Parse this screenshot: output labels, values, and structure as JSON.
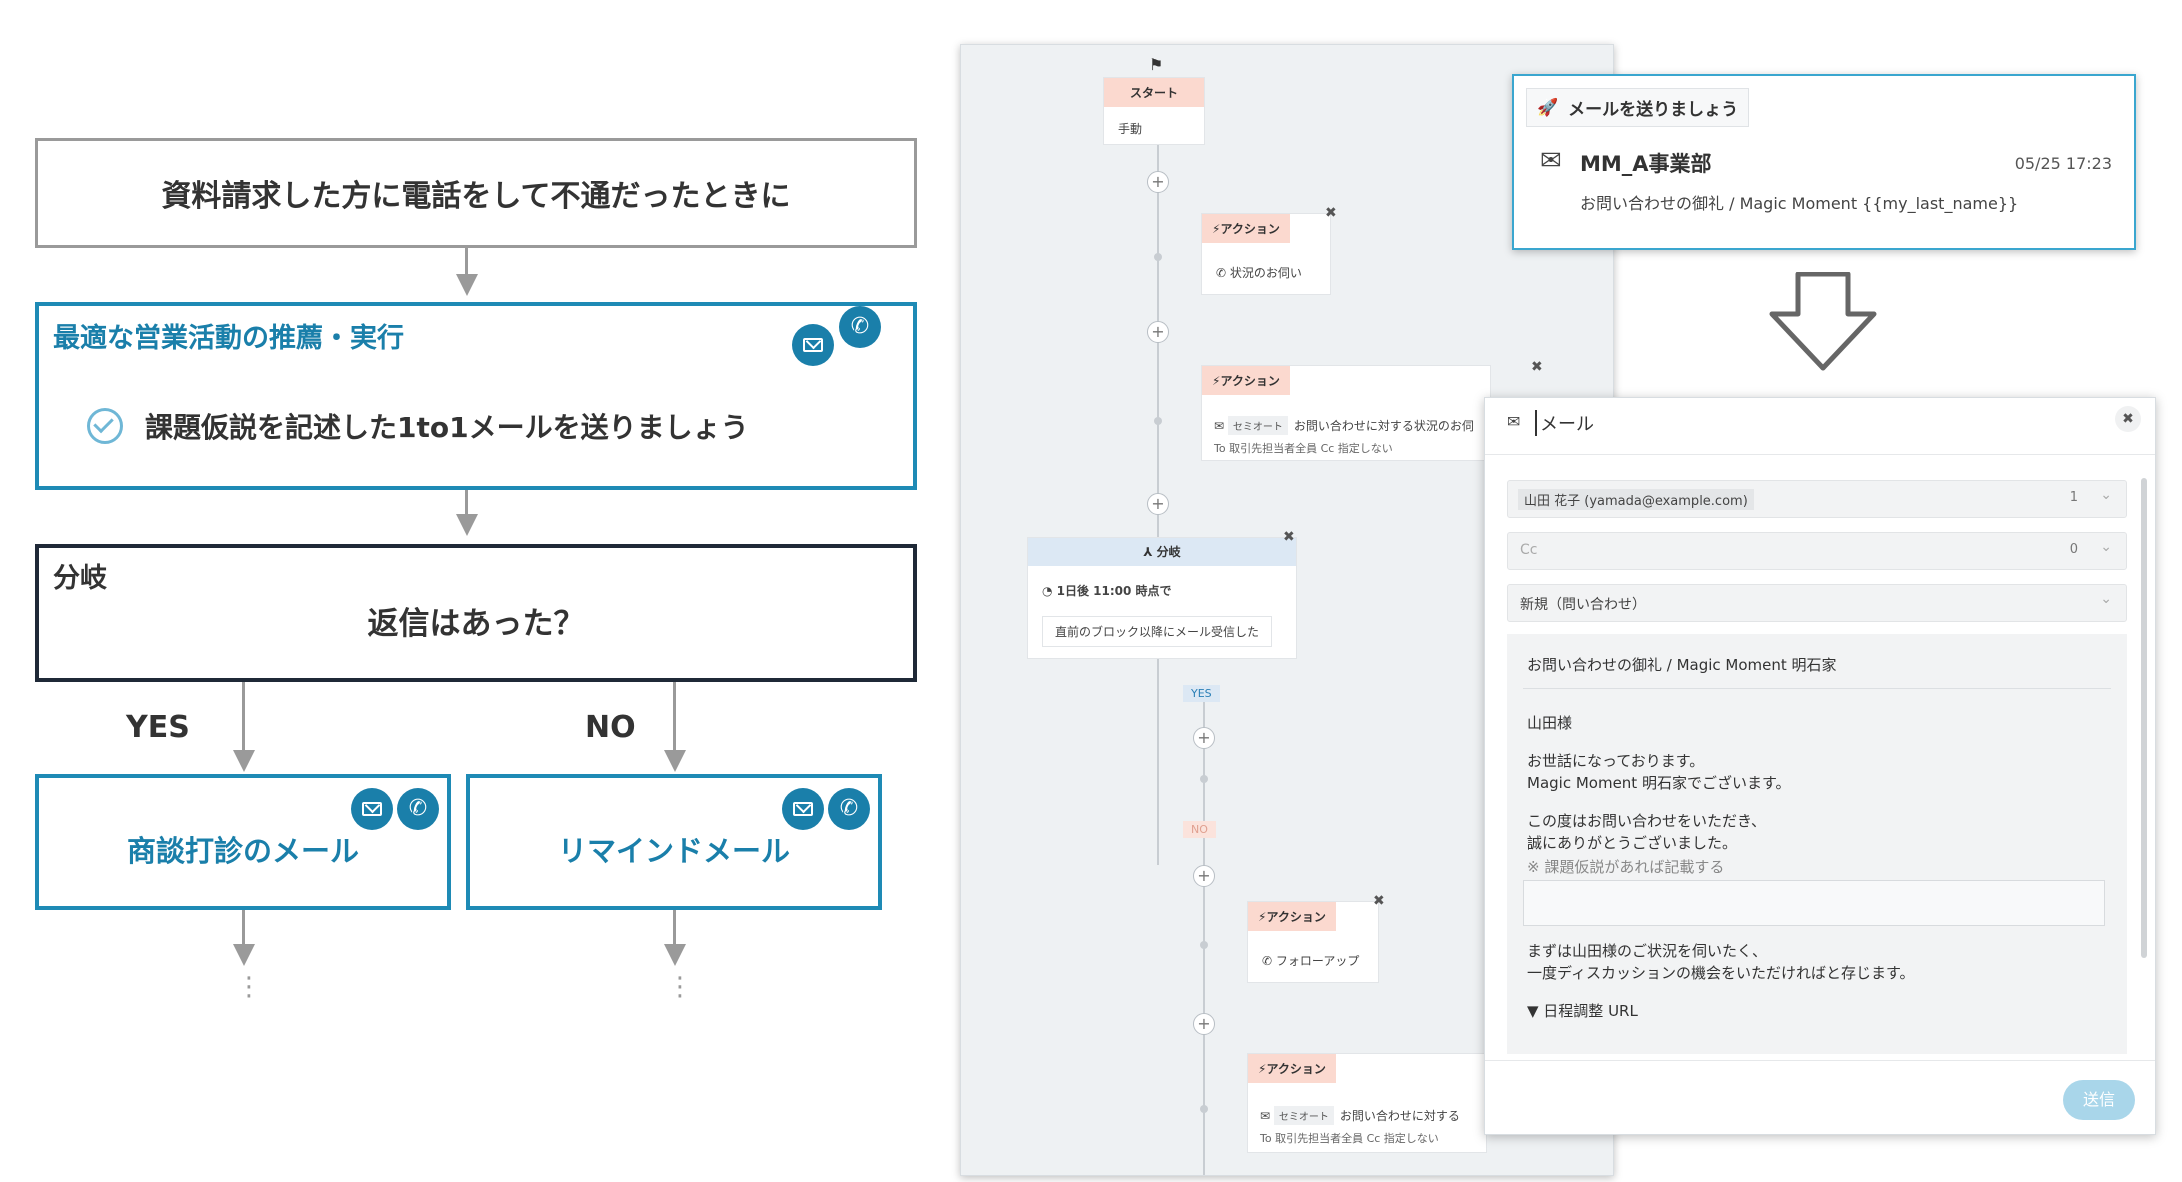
{
  "flowchart": {
    "title": "資料請求した方に電話をして不通だったときに",
    "recommend_heading": "最適な営業活動の推薦・実行",
    "recommend_task": "課題仮説を記述した1to1メールを送りましょう",
    "branch_label": "分岐",
    "branch_question": "返信はあった？",
    "yes_label": "YES",
    "no_label": "NO",
    "yes_action": "商談打診のメール",
    "no_action": "リマインドメール",
    "continue_dots": "⋮"
  },
  "workflow": {
    "start_label": "スタート",
    "start_mode": "手動",
    "action_label": "アクション",
    "action1_text": "状況のお伺い",
    "action2_chip": "セミオート",
    "action2_text": "お問い合わせに対する状況のお伺",
    "action2_sub": "To 取引先担当者全員 Cc 指定しない",
    "branch_header": "分岐",
    "branch_timing": "1日後 11:00 時点で",
    "branch_condition": "直前のブロック以降にメール受信した",
    "yes_tag": "YES",
    "no_tag": "NO",
    "action3_text": "フォローアップ",
    "action4_chip": "セミオート",
    "action4_text": "お問い合わせに対する",
    "action4_sub": "To 取引先担当者全員 Cc 指定しない"
  },
  "notification": {
    "tab_label": "メールを送りましょう",
    "sender": "MM_A事業部",
    "datetime": "05/25 17:23",
    "subject": "お問い合わせの御礼 / Magic Moment {{my_last_name}}"
  },
  "compose": {
    "title": "メール",
    "to_value": "山田 花子 (yamada@example.com)",
    "to_count": "1",
    "cc_placeholder": "Cc",
    "cc_count": "0",
    "template_value": "新規（問い合わせ）",
    "subject": "お問い合わせの御礼 / Magic Moment 明石家",
    "greeting": "山田様",
    "line1": "お世話になっております。",
    "line2": "Magic Moment 明石家でございます。",
    "line3": "この度はお問い合わせをいただき、",
    "line4": "誠にありがとうございました。",
    "hint": "※ 課題仮説があれば記載する",
    "line5": "まずは山田様のご状況を伺いたく、",
    "line6": "一度ディスカッションの機会をいただければと存じます。",
    "schedule": "▼ 日程調整 URL",
    "send_label": "送信"
  },
  "colors": {
    "flow_blue": "#1a7faa",
    "flow_dark": "#1f2937",
    "action_tag": "#fbd9cf",
    "send_button": "#a9d6ea"
  }
}
